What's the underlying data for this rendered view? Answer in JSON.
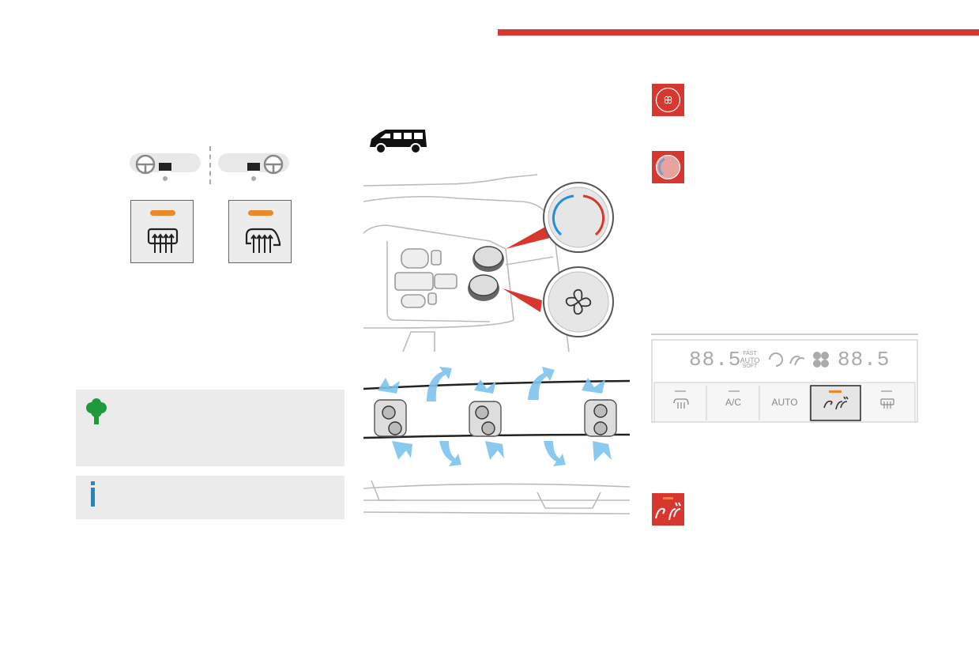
{
  "colors": {
    "accent_red": "#d8372f",
    "indicator_orange": "#e88a2a",
    "eco_green": "#1f9a3a",
    "info_blue": "#1c87c9",
    "airflow_blue": "#7ec4ee"
  },
  "icons": {
    "rear_defrost": "rear-window-defrost-icon",
    "windscreen_defrost": "windscreen-defrost-icon",
    "eco": "eco-tree-icon",
    "info": "info-icon",
    "fan": "fan-icon",
    "temperature": "temperature-dial-icon",
    "air_distribution": "air-distribution-icon"
  },
  "ac_panel": {
    "left_display": "88.5",
    "right_display": "88.5",
    "mode_fast": "FAST",
    "mode_auto": "AUTO",
    "mode_soft": "SOFT",
    "btn_ac": "A/C",
    "btn_auto": "AUTO"
  }
}
